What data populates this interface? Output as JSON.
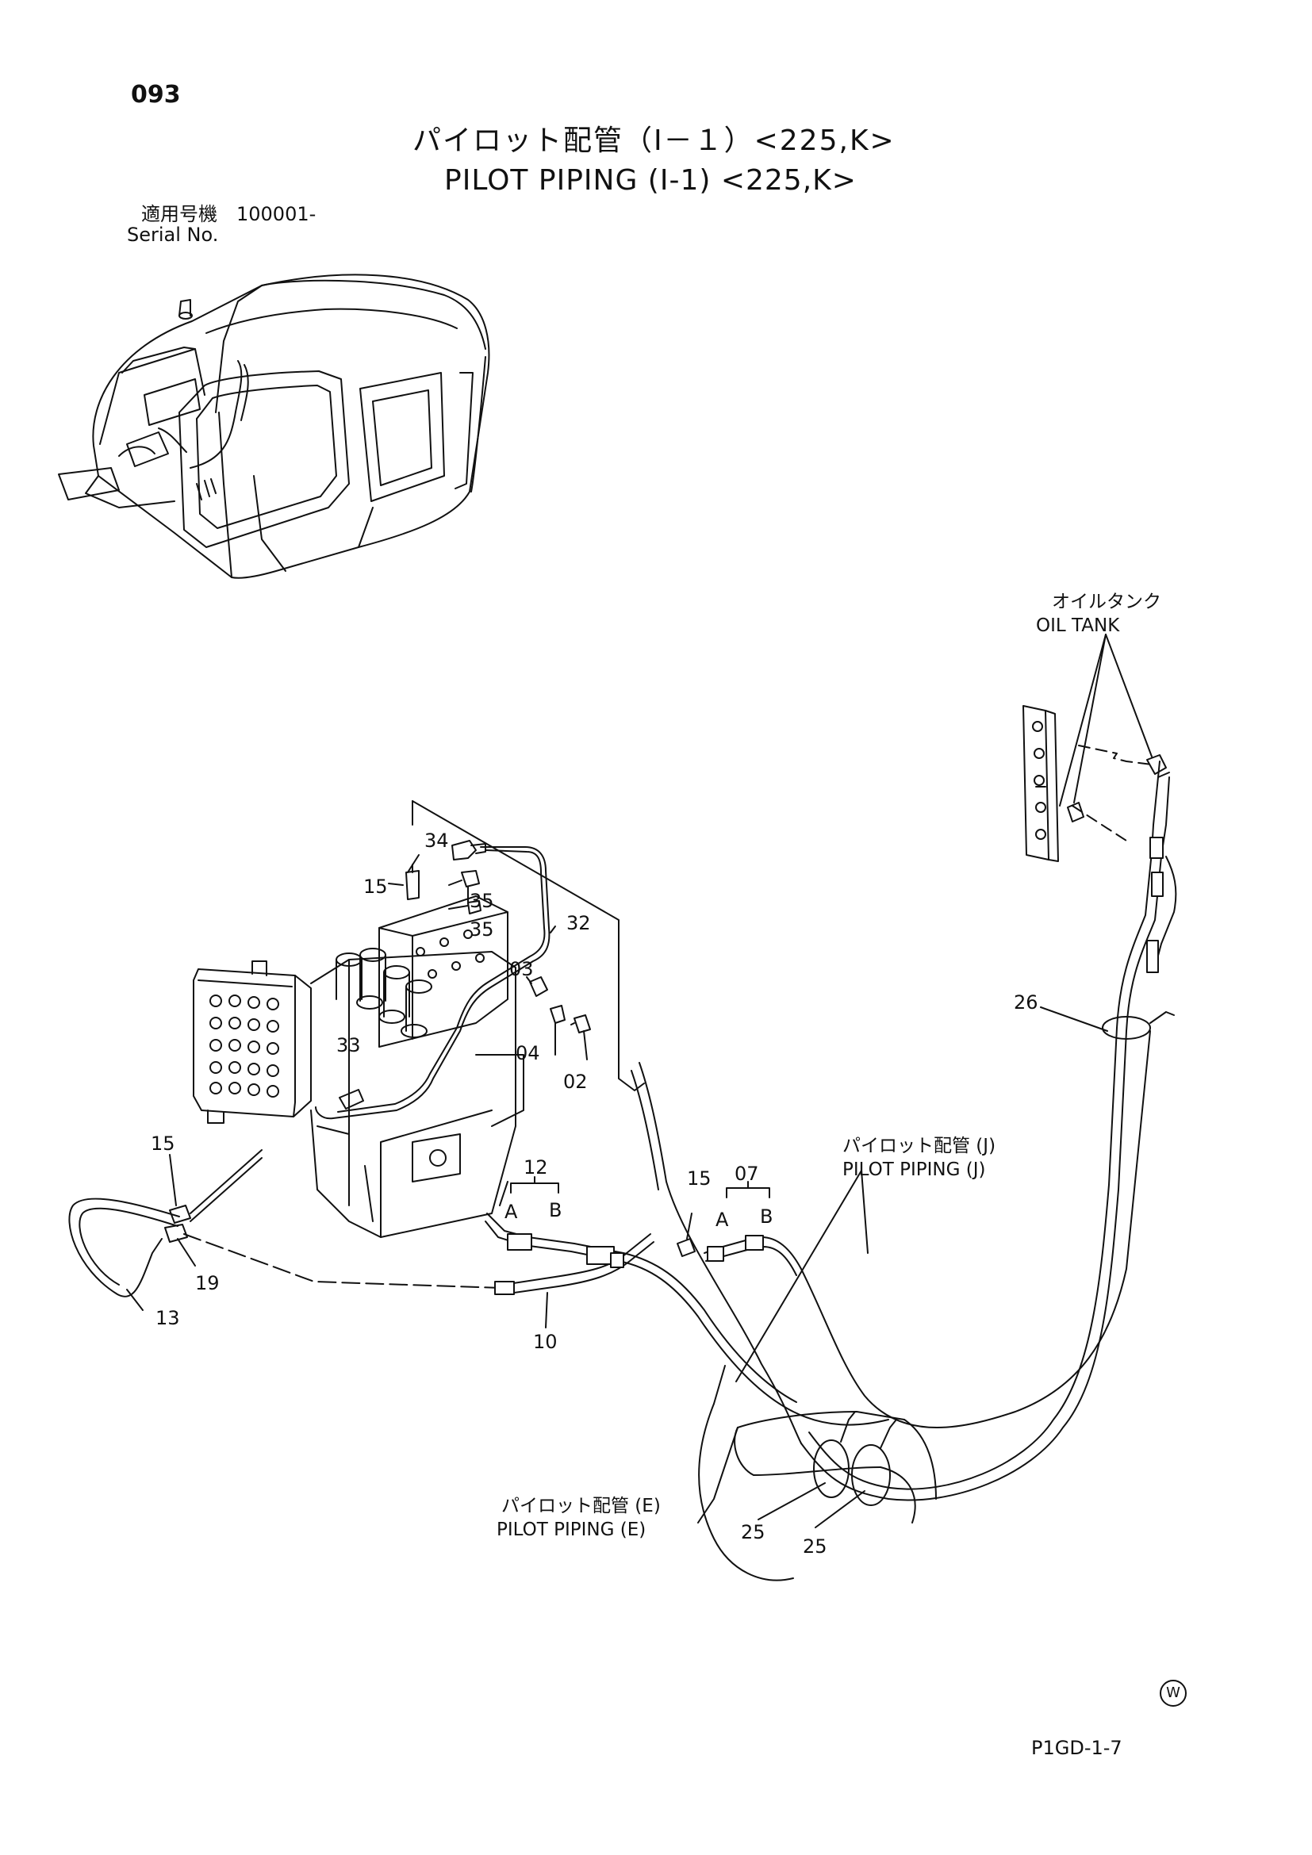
{
  "header": {
    "page_number": "093",
    "title_jp": "パイロット配管（Ⅰ－１）<225,K>",
    "title_en": "PILOT PIPING (I-1) <225,K>",
    "serial_label_jp": "適用号機　100001-",
    "serial_label_en": "Serial No."
  },
  "callouts": {
    "c34": "34",
    "c15a": "15",
    "c35a": "35",
    "c35b": "35",
    "c32": "32",
    "c03": "03",
    "c33": "33",
    "c04": "04",
    "c02": "02",
    "c15b": "15",
    "c12": "12",
    "c12a": "A",
    "c12b": "B",
    "c15c": "15",
    "c07": "07",
    "c07a": "A",
    "c07b": "B",
    "c19": "19",
    "c13": "13",
    "c10": "10",
    "c26": "26",
    "c25a": "25",
    "c25b": "25"
  },
  "references": {
    "oil_tank_jp": "オイルタンク",
    "oil_tank_en": "OIL TANK",
    "pilot_j_jp": "パイロット配管 (J)",
    "pilot_j_en": "PILOT PIPING (J)",
    "pilot_e_jp": "パイロット配管 (E)",
    "pilot_e_en": "PILOT PIPING (E)"
  },
  "footer": {
    "copyright_mark": "W",
    "doc_code": "P1GD-1-7"
  }
}
